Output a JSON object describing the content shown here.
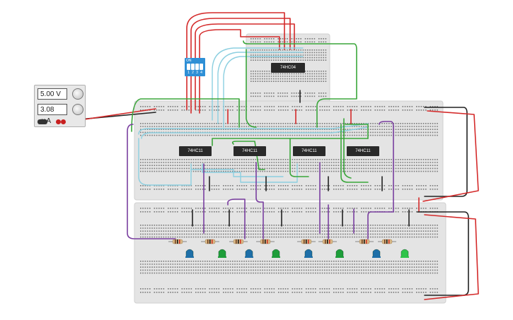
{
  "power_supply": {
    "voltage": "5.00 V",
    "current": "3.08 mA",
    "label_minus": "-",
    "label_plus": "+"
  },
  "dip_switch": {
    "on_label": "ON",
    "numbers": [
      "1",
      "2",
      "3",
      "4"
    ]
  },
  "chips": [
    {
      "label": "74HC04"
    },
    {
      "label": "74HC11"
    },
    {
      "label": "74HC11"
    },
    {
      "label": "74HC11"
    },
    {
      "label": "74HC11"
    }
  ],
  "leds": [
    {
      "color": "#1e6fa8"
    },
    {
      "color": "#1e9e3a"
    },
    {
      "color": "#1e6fa8"
    },
    {
      "color": "#1e9e3a"
    },
    {
      "color": "#1e6fa8"
    },
    {
      "color": "#1e9e3a"
    },
    {
      "color": "#1e6fa8"
    },
    {
      "color": "#2fc44a"
    }
  ],
  "colors": {
    "board": "#e4e4e4",
    "hole": "#7a7a7a",
    "rail_red": "#d33",
    "rail_blue": "#4a7bd0",
    "wire_red": "#d42a2a",
    "wire_green": "#3aa63a",
    "wire_lightblue": "#8ccfe0",
    "wire_purple": "#7a3fa0",
    "wire_black": "#222222"
  }
}
